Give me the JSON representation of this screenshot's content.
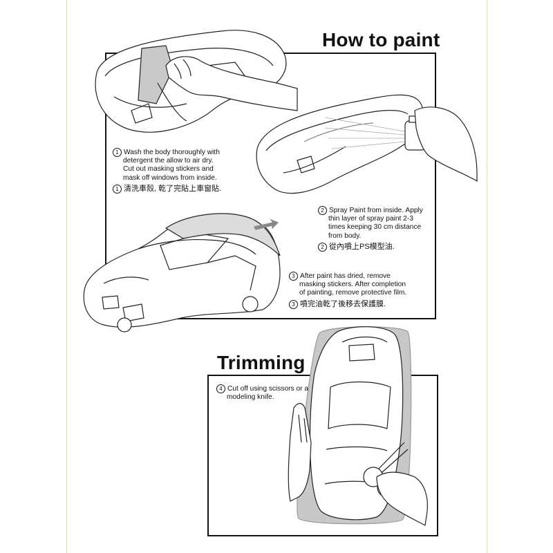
{
  "headings": {
    "how_to_paint": "How to paint",
    "trimming": "Trimming"
  },
  "steps": [
    {
      "number": "1",
      "lines": [
        "Wash the body thoroughly with",
        "detergent the allow to air dry.",
        "Cut out masking stickers and",
        "mask off windows from inside."
      ],
      "cjk": "清洗車殼, 乾了完貼上車窗貼."
    },
    {
      "number": "2",
      "lines": [
        "Spray Paint from inside. Apply",
        "thin layer of spray paint 2-3",
        "times keeping 30 cm distance",
        "from body."
      ],
      "cjk": "從內噴上PS模型油."
    },
    {
      "number": "3",
      "lines": [
        "After paint has dried, remove",
        "masking stickers. After completion",
        "of painting, remove protective film."
      ],
      "cjk": "噴完油乾了後移去保護膜."
    },
    {
      "number": "4",
      "lines": [
        "Cut off using scissors or a",
        "modeling knife."
      ]
    }
  ],
  "icons": {
    "body_masking": "car-body-shell-masking-illustration",
    "spray": "spray-can-painting-illustration",
    "film_removal": "car-protective-film-removal-illustration",
    "trimming": "car-body-trimming-scissors-illustration"
  }
}
